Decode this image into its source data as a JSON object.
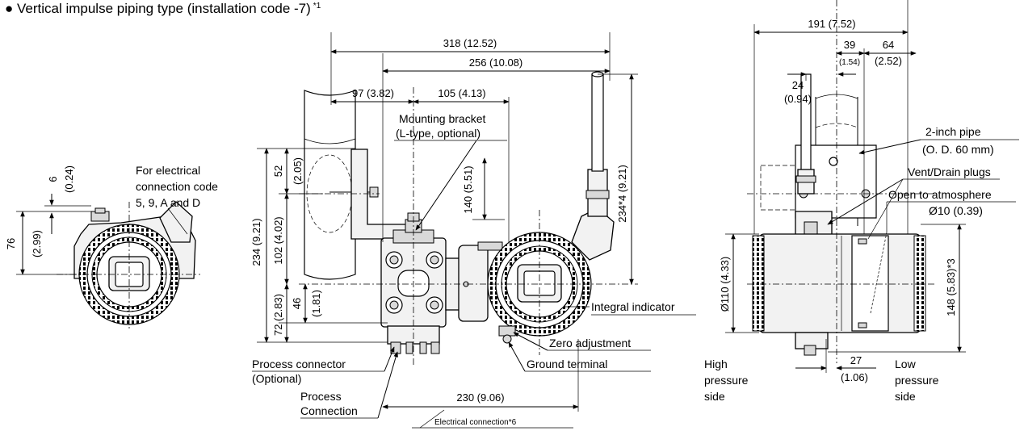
{
  "title": "● Vertical impulse piping type (installation code -7)",
  "title_note": "*1",
  "left_view": {
    "note_line1": "For electrical",
    "note_line2": "connection code",
    "note_line3": "5, 9, A and D",
    "dim_6": "6",
    "dim_6_in": "(0.24)",
    "dim_76": "76",
    "dim_76_in": "(2.99)"
  },
  "front_view": {
    "dim_318": "318 (12.52)",
    "dim_256": "256 (10.08)",
    "dim_97": "97 (3.82)",
    "dim_105": "105 (4.13)",
    "dim_52": "52",
    "dim_52_in": "(2.05)",
    "dim_102": "102 (4.02)",
    "dim_234": "234 (9.21)",
    "dim_72": "72 (2.83)",
    "dim_46": "46",
    "dim_46_in": "(1.81)",
    "dim_140": "140 (5.51)",
    "dim_234_4": "234*4 (9.21)",
    "dim_230": "230 (9.06)",
    "lbl_bracket1": "Mounting bracket",
    "lbl_bracket2": "(L-type, optional)",
    "lbl_indicator": "Integral indicator",
    "lbl_zero": "Zero adjustment",
    "lbl_ground": "Ground terminal",
    "lbl_proc_conn1": "Process connector",
    "lbl_proc_conn2": "(Optional)",
    "lbl_process1": "Process",
    "lbl_process2": "Connection",
    "lbl_elec": "Electrical connection*6"
  },
  "side_view": {
    "dim_191": "191 (7.52)",
    "dim_39": "39",
    "dim_39_in": "(1.54)",
    "dim_64": "64",
    "dim_64_in": "(2.52)",
    "dim_24": "24",
    "dim_24_in": "(0.94)",
    "lbl_pipe1": "2-inch pipe",
    "lbl_pipe2": "(O. D. 60 mm)",
    "lbl_vent": "Vent/Drain plugs",
    "lbl_open": "Open to atmosphere",
    "lbl_phi10": "Ø10 (0.39)",
    "dim_110": "Ø110 (4.33)",
    "dim_148": "148 (5.83)*3",
    "dim_27": "27",
    "dim_27_in": "(1.06)",
    "lbl_high1": "High",
    "lbl_high2": "pressure",
    "lbl_high3": "side",
    "lbl_low1": "Low",
    "lbl_low2": "pressure",
    "lbl_low3": "side"
  }
}
